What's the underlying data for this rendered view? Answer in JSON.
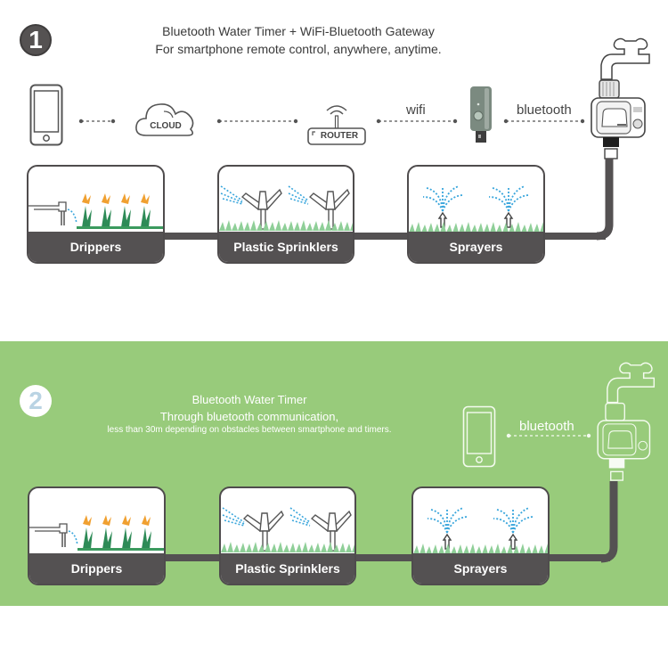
{
  "section1": {
    "badge": "1",
    "title": "Bluetooth Water Timer + WiFi-Bluetooth Gateway",
    "subtitle": "For smartphone remote control, anywhere, anytime.",
    "devices": {
      "cloud_label": "CLOUD",
      "router_label": "ROUTER",
      "wifi_label": "wifi",
      "bluetooth_label": "bluetooth"
    },
    "scenes": [
      {
        "label": "Drippers"
      },
      {
        "label": "Plastic Sprinklers"
      },
      {
        "label": "Sprayers"
      }
    ]
  },
  "section2": {
    "badge": "2",
    "title": "Bluetooth Water Timer",
    "line2": "Through bluetooth communication,",
    "line3": "less than 30m depending on obstacles between smartphone and timers.",
    "bluetooth_label": "bluetooth",
    "scenes": [
      {
        "label": "Drippers"
      },
      {
        "label": "Plastic Sprinklers"
      },
      {
        "label": "Sprayers"
      }
    ]
  },
  "colors": {
    "green_panel": "#98cb7b",
    "pipe": "#545152",
    "water": "#3aa6dc",
    "plant": "#2e8b57",
    "flower": "#f0a030"
  }
}
